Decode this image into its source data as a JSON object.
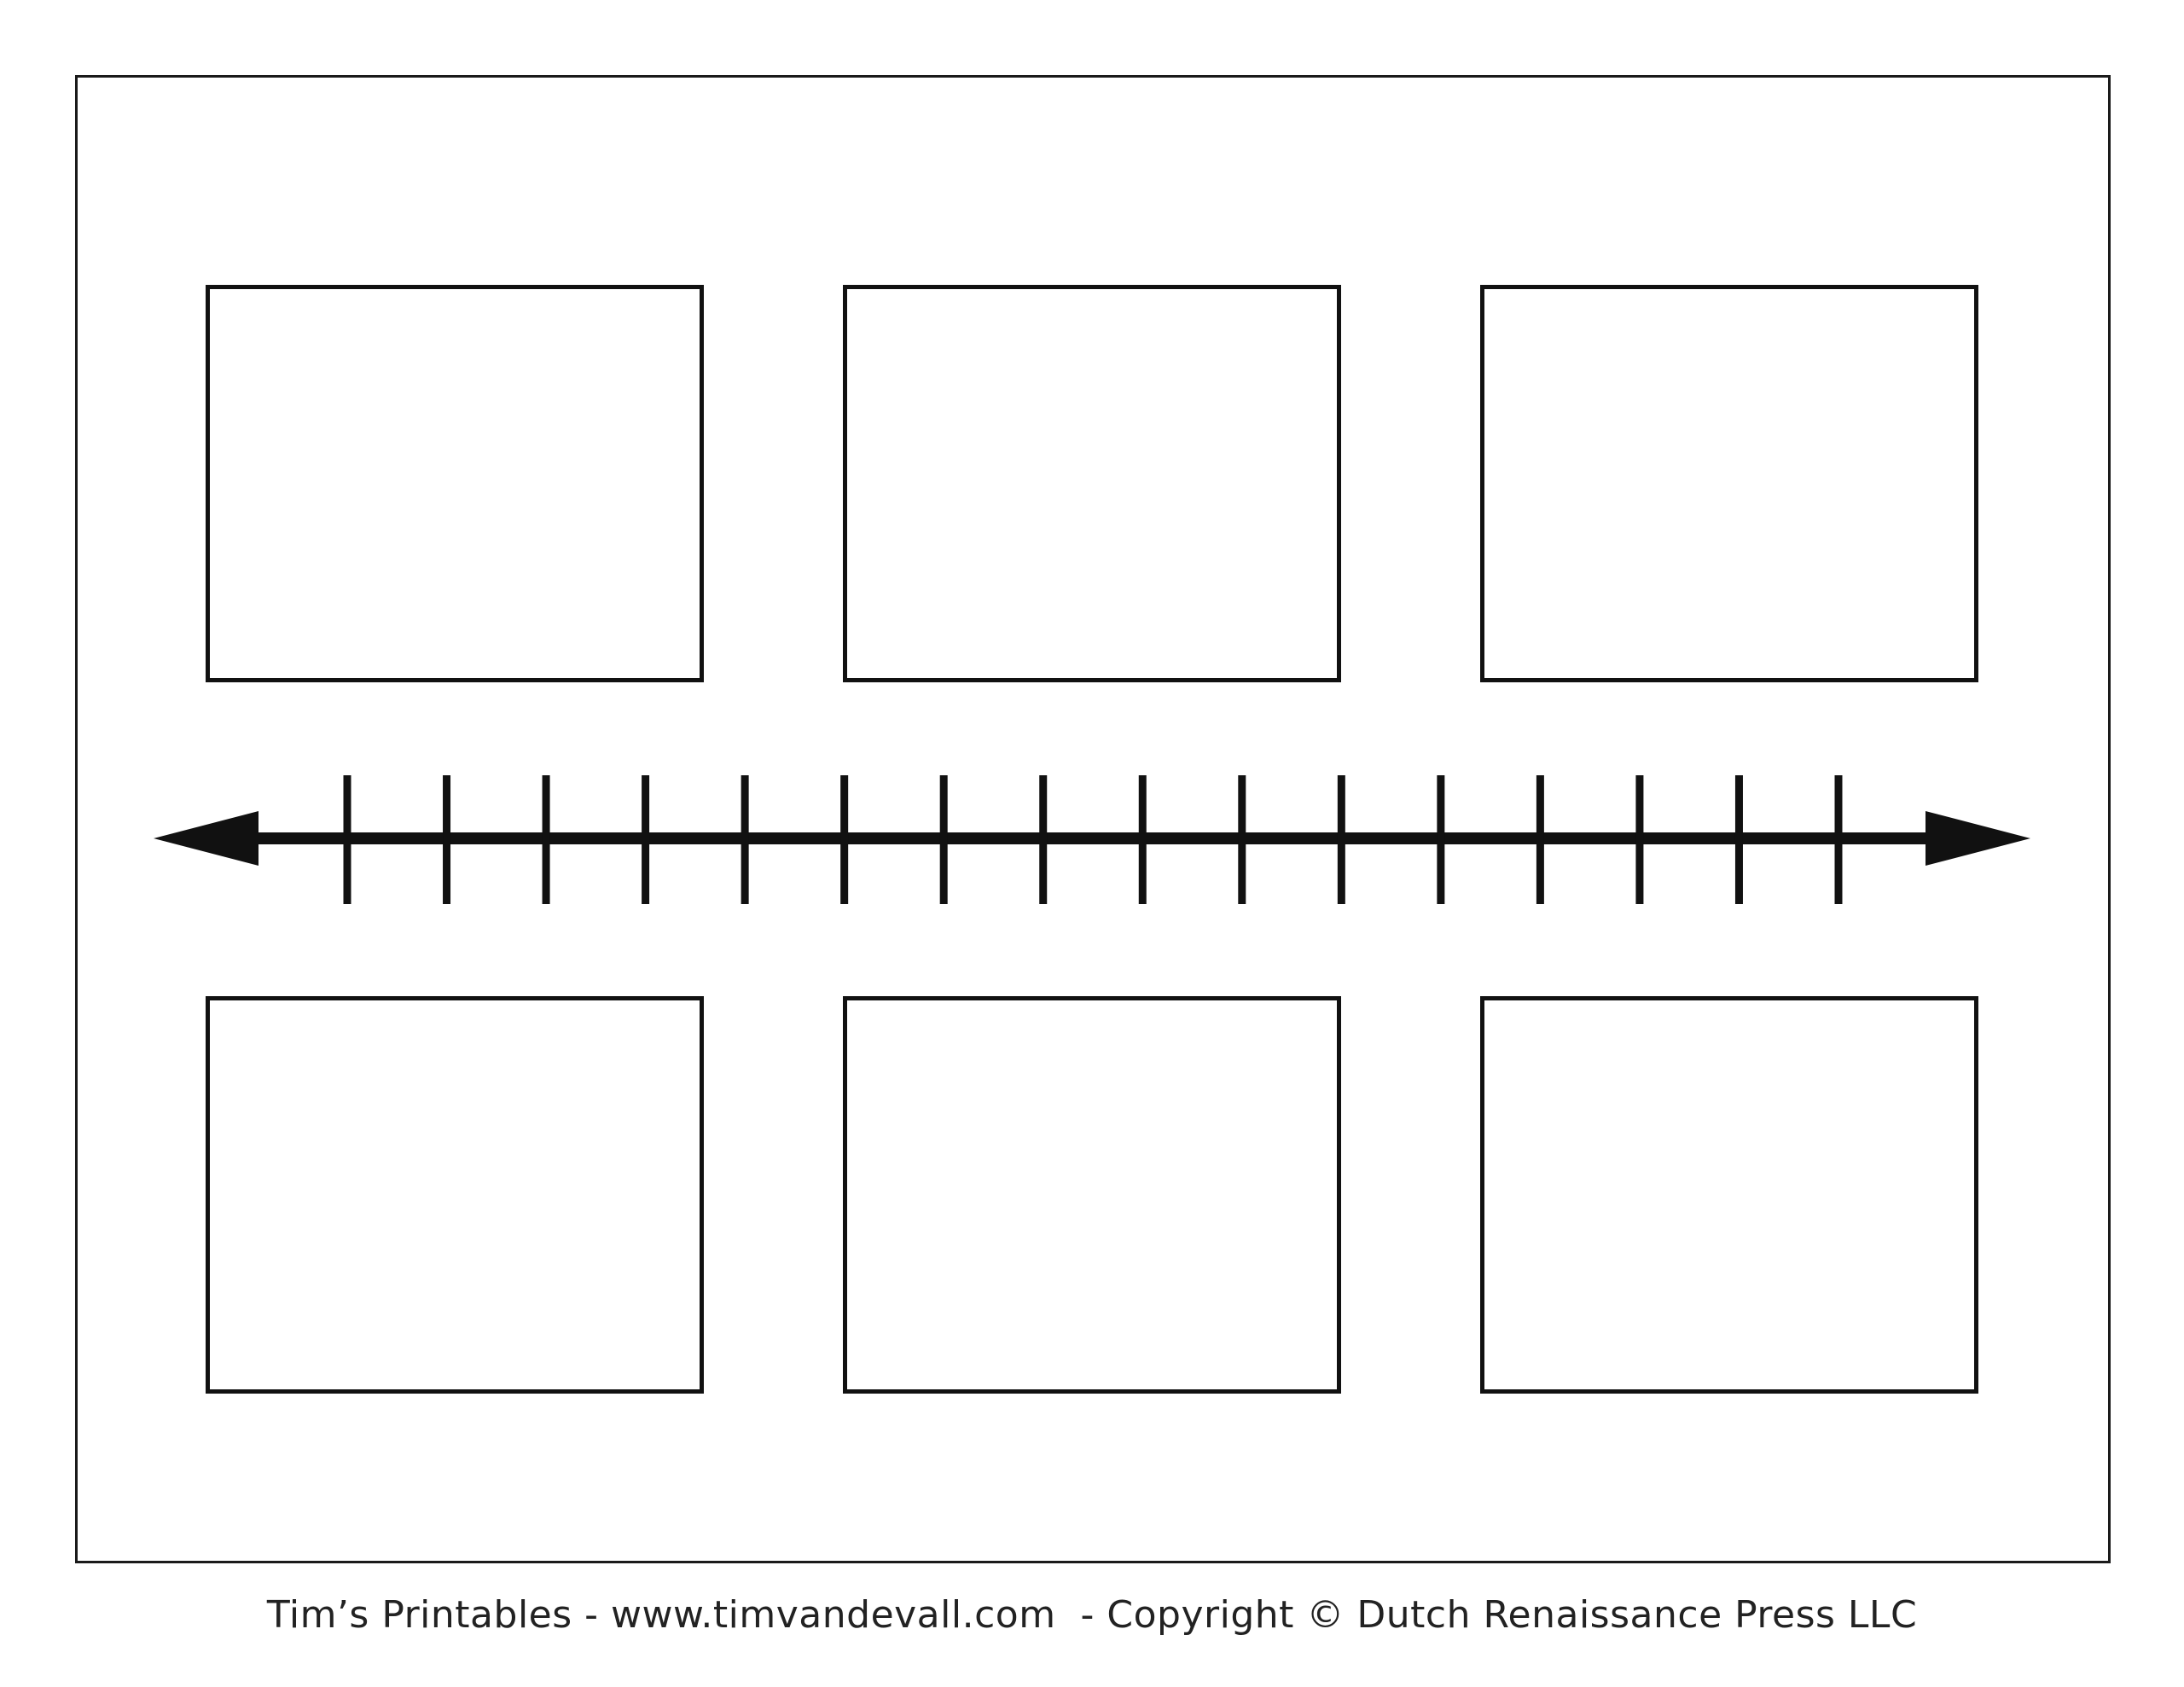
{
  "worksheet": {
    "top_boxes": 3,
    "bottom_boxes": 3,
    "timeline_ticks": 16
  },
  "footer": {
    "text": "Tim’s Printables - www.timvandevall.com  - Copyright © Dutch Renaissance Press LLC"
  }
}
